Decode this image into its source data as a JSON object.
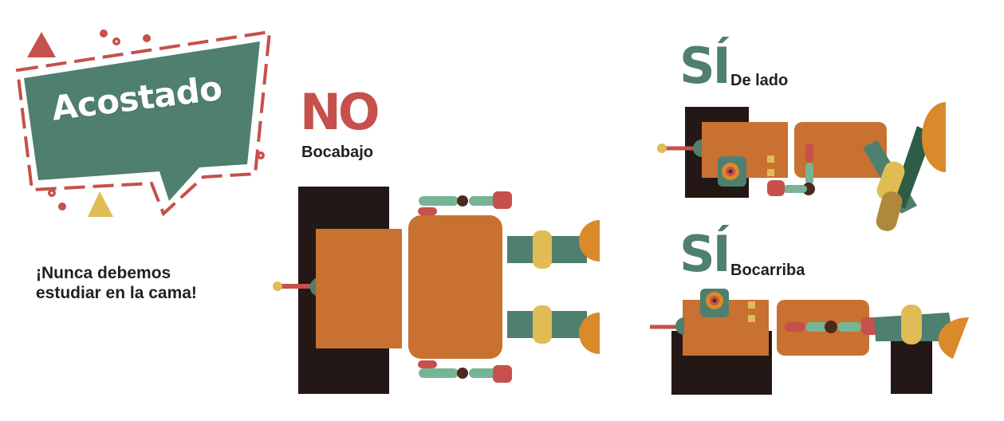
{
  "banner": {
    "title": "Acostado"
  },
  "tagline": {
    "line1": "¡Nunca debemos",
    "line2": "estudiar en la cama!"
  },
  "wrong": {
    "label": "NO",
    "position": "Bocabajo"
  },
  "right_side": {
    "label": "SÍ",
    "position": "De lado"
  },
  "right_back": {
    "label": "SÍ",
    "position": "Bocarriba"
  },
  "colors": {
    "accent_red": "#c6504b",
    "accent_green": "#4f7f6e",
    "body_orange": "#c87131",
    "skin": "#d98a2b",
    "bed_dark": "#231815",
    "gold": "#e0bc55"
  }
}
